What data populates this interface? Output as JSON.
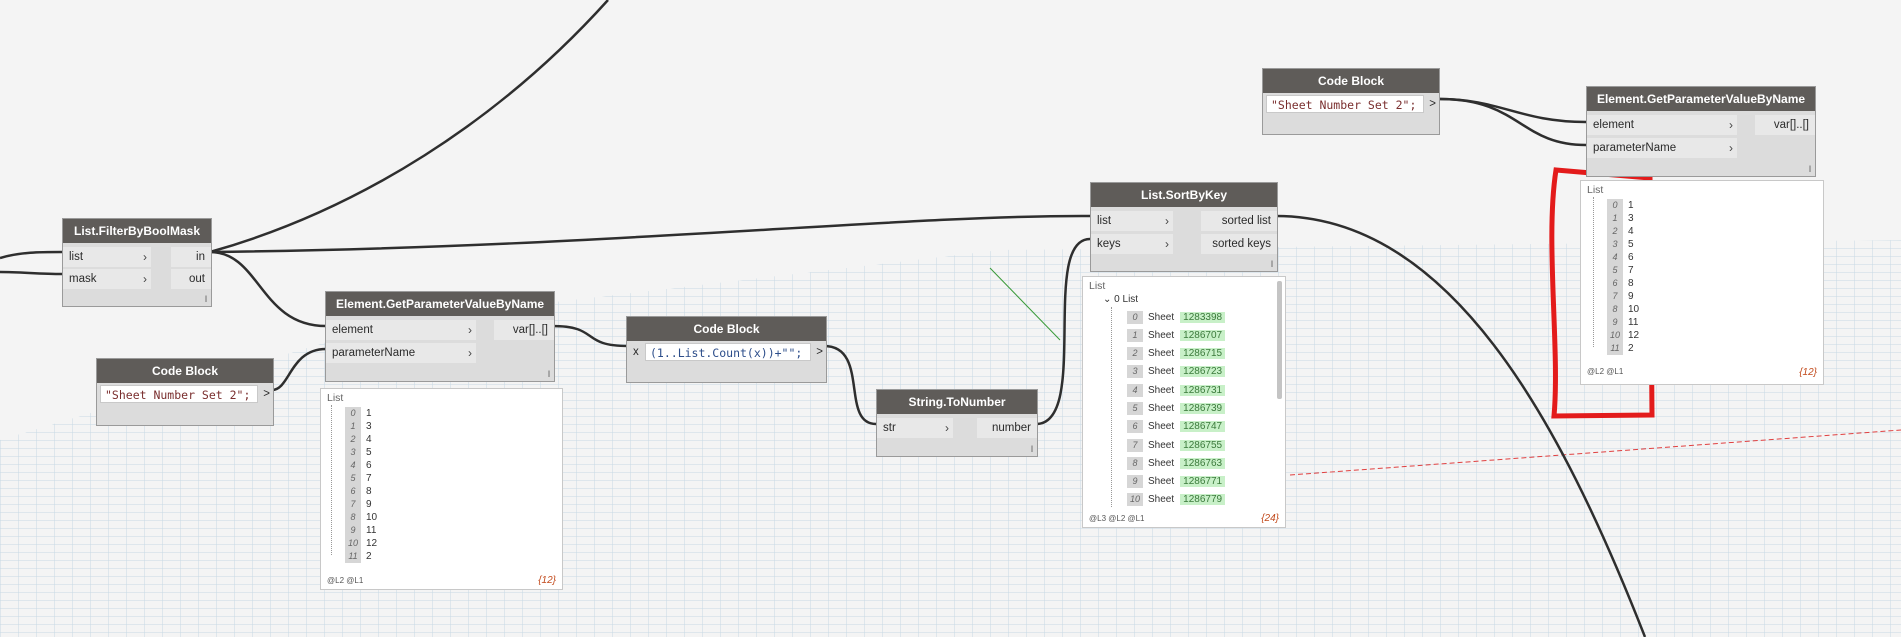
{
  "colors": {
    "accent_highlight": "#e31b1b",
    "result_number_bg": "#c8f0c8",
    "count_text": "#c24a1c"
  },
  "nodes": {
    "filter": {
      "title": "List.FilterByBoolMask",
      "inputs": [
        "list",
        "mask"
      ],
      "outputs": [
        "in",
        "out"
      ],
      "lacing": "l"
    },
    "getparam1": {
      "title": "Element.GetParameterValueByName",
      "inputs": [
        "element",
        "parameterName"
      ],
      "outputs": [
        "var[]..[]"
      ],
      "lacing": "l"
    },
    "codeblock1": {
      "title": "Code Block",
      "code": "\"Sheet Number Set 2\";",
      "out": ">"
    },
    "codeblock2": {
      "title": "Code Block",
      "in": "x",
      "code": "(1..List.Count(x))+\"\";",
      "out": ">"
    },
    "tonumber": {
      "title": "String.ToNumber",
      "inputs": [
        "str"
      ],
      "outputs": [
        "number"
      ],
      "lacing": "l"
    },
    "sortbykey": {
      "title": "List.SortByKey",
      "inputs": [
        "list",
        "keys"
      ],
      "outputs": [
        "sorted list",
        "sorted keys"
      ],
      "lacing": "l"
    },
    "codeblock3": {
      "title": "Code Block",
      "code": "\"Sheet Number Set 2\";",
      "out": ">"
    },
    "getparam2": {
      "title": "Element.GetParameterValueByName",
      "inputs": [
        "element",
        "parameterName"
      ],
      "outputs": [
        "var[]..[]"
      ],
      "lacing": "l"
    }
  },
  "preview_left": {
    "title": "List",
    "items": [
      [
        "0",
        "1"
      ],
      [
        "1",
        "3"
      ],
      [
        "2",
        "4"
      ],
      [
        "3",
        "5"
      ],
      [
        "4",
        "6"
      ],
      [
        "5",
        "7"
      ],
      [
        "6",
        "8"
      ],
      [
        "7",
        "9"
      ],
      [
        "8",
        "10"
      ],
      [
        "9",
        "11"
      ],
      [
        "10",
        "12"
      ],
      [
        "11",
        "2"
      ]
    ],
    "levels": "@L2 @L1",
    "count": "{12}"
  },
  "preview_sort": {
    "title": "List",
    "sub": "0 List",
    "items": [
      [
        "0",
        "Sheet",
        "1283398"
      ],
      [
        "1",
        "Sheet",
        "1286707"
      ],
      [
        "2",
        "Sheet",
        "1286715"
      ],
      [
        "3",
        "Sheet",
        "1286723"
      ],
      [
        "4",
        "Sheet",
        "1286731"
      ],
      [
        "5",
        "Sheet",
        "1286739"
      ],
      [
        "6",
        "Sheet",
        "1286747"
      ],
      [
        "7",
        "Sheet",
        "1286755"
      ],
      [
        "8",
        "Sheet",
        "1286763"
      ],
      [
        "9",
        "Sheet",
        "1286771"
      ],
      [
        "10",
        "Sheet",
        "1286779"
      ]
    ],
    "levels": "@L3 @L2 @L1",
    "count": "{24}"
  },
  "preview_right": {
    "title": "List",
    "items": [
      [
        "0",
        "1"
      ],
      [
        "1",
        "3"
      ],
      [
        "2",
        "4"
      ],
      [
        "3",
        "5"
      ],
      [
        "4",
        "6"
      ],
      [
        "5",
        "7"
      ],
      [
        "6",
        "8"
      ],
      [
        "7",
        "9"
      ],
      [
        "8",
        "10"
      ],
      [
        "9",
        "11"
      ],
      [
        "10",
        "12"
      ],
      [
        "11",
        "2"
      ]
    ],
    "levels": "@L2 @L1",
    "count": "{12}"
  }
}
